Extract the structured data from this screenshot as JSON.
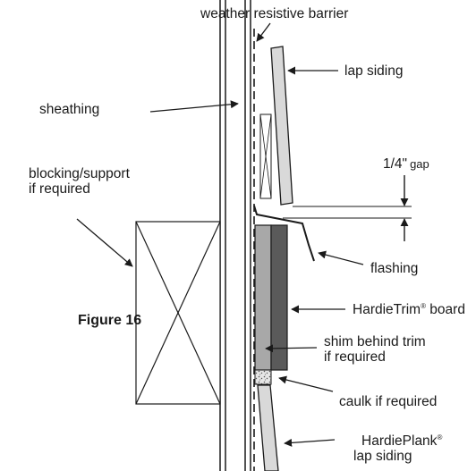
{
  "labels": {
    "weather_resistive_barrier": "weather resistive barrier",
    "lap_siding": "lap siding",
    "sheathing": "sheathing",
    "blocking_line1": "blocking/support",
    "blocking_line2": "if required",
    "gap_value": "1/4\"",
    "gap_word": "gap",
    "flashing": "flashing",
    "hardietrim_name": "HardieTrim",
    "hardietrim_mark": "®",
    "hardietrim_suffix": " board",
    "figure": "Figure 16",
    "shim_line1": "shim behind trim",
    "shim_line2": "if required",
    "caulk": "caulk if required",
    "hardieplank_name": "HardiePlank",
    "hardieplank_mark": "®",
    "hardieplank_line2": "lap siding"
  },
  "colors": {
    "line": "#1a1a1a",
    "siding_fill": "#d9d9d9",
    "trim_board_fill": "#5a5a5a",
    "shim_fill": "#a8a8a8",
    "caulk_fill": "#e6e6e6"
  }
}
